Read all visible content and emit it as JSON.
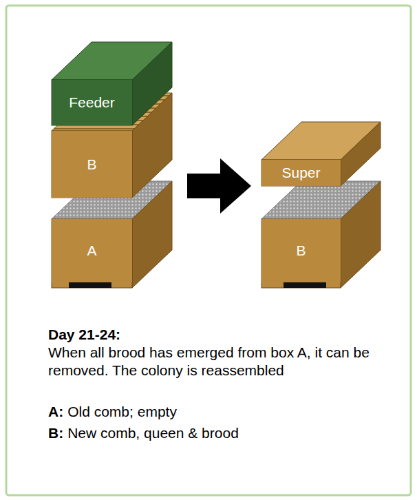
{
  "diagram": {
    "title": "Day 21-24:",
    "nodes": [
      {
        "text": [
          "Feeder"
        ]
      },
      {
        "text": [
          "B"
        ]
      },
      {
        "text": [
          "A"
        ]
      },
      {
        "text": [
          "Super"
        ]
      },
      {
        "text": [
          "B"
        ]
      }
    ],
    "labels": [
      "When all brood has emerged from box A, it can be removed. The colony is reassembled",
      "A:",
      "Old comb; empty",
      "B:",
      "New comb, queen & brood"
    ]
  }
}
